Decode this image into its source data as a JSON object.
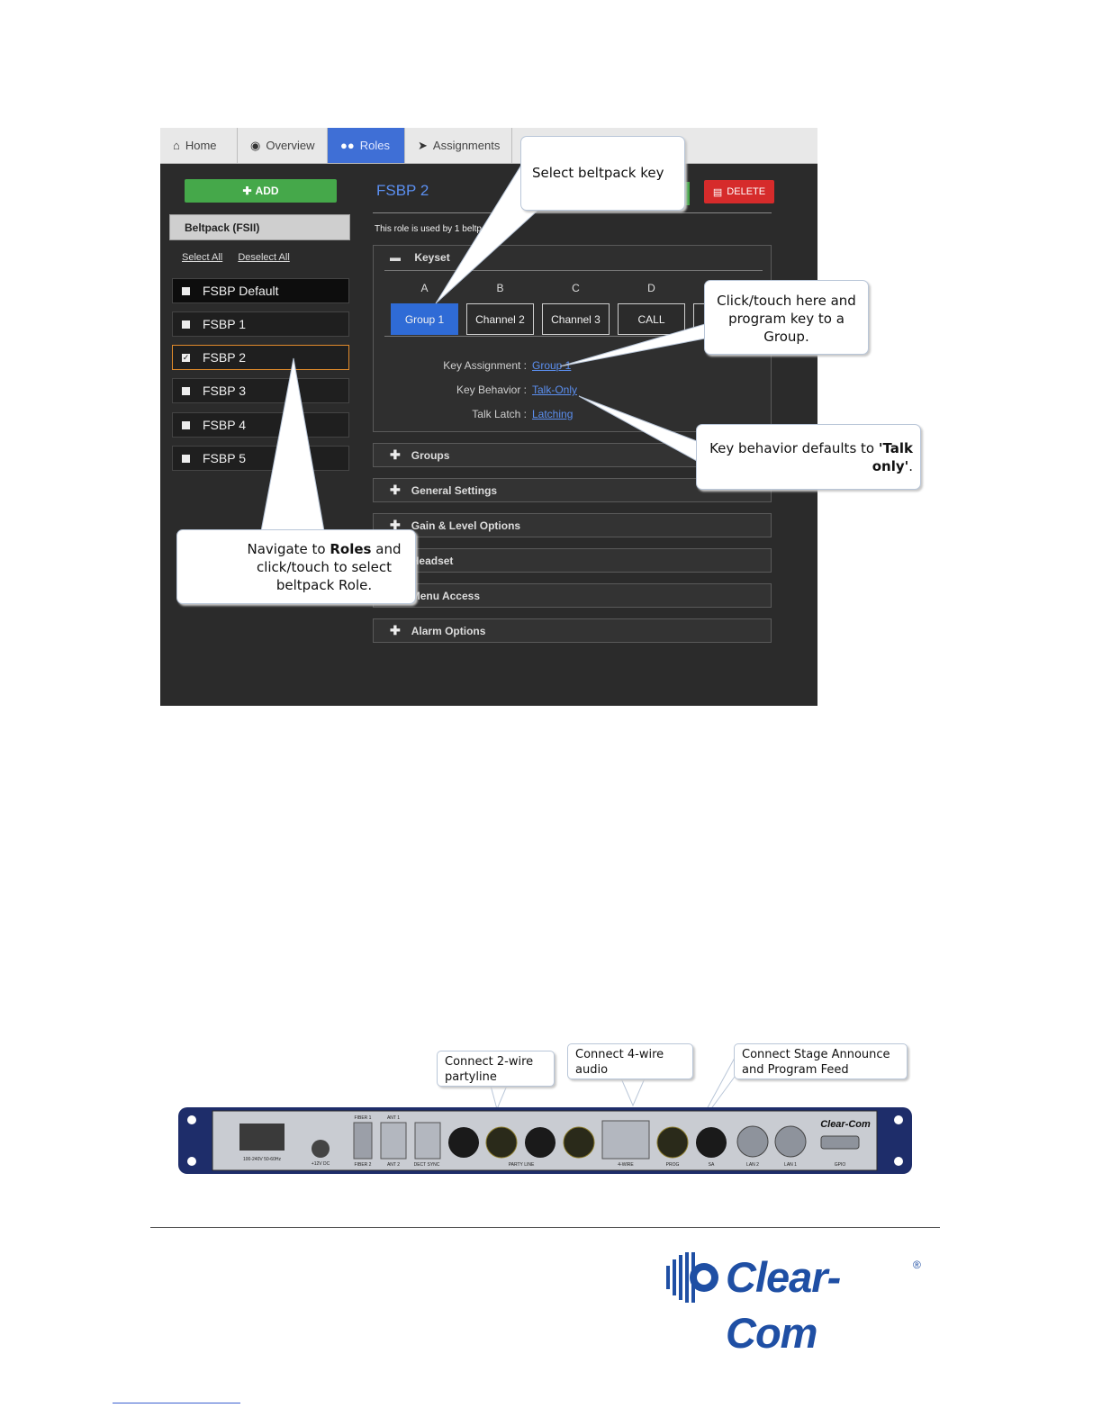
{
  "tabs": [
    {
      "label": "Home",
      "icon": "home-icon"
    },
    {
      "label": "Overview",
      "icon": "globe-icon"
    },
    {
      "label": "Roles",
      "icon": "users-icon"
    },
    {
      "label": "Assignments",
      "icon": "assign-icon"
    }
  ],
  "sidebar": {
    "add_label": "ADD",
    "group_header": "Beltpack (FSII)",
    "select_all": "Select All",
    "deselect_all": "Deselect All",
    "roles": [
      {
        "label": "FSBP Default",
        "checked": false
      },
      {
        "label": "FSBP 1",
        "checked": false
      },
      {
        "label": "FSBP 2",
        "checked": true
      },
      {
        "label": "FSBP 3",
        "checked": false
      },
      {
        "label": "FSBP 4",
        "checked": false
      },
      {
        "label": "FSBP 5",
        "checked": false
      }
    ]
  },
  "main": {
    "role_title": "FSBP 2",
    "delete_label": "DELETE",
    "role_usage": "This role is used by 1 beltpack",
    "keyset": {
      "title": "Keyset",
      "letters": [
        "A",
        "B",
        "C",
        "D"
      ],
      "keys": [
        "Group 1",
        "Channel 2",
        "Channel 3",
        "CALL"
      ],
      "props": [
        {
          "label": "Key Assignment :",
          "value": "Group 1"
        },
        {
          "label": "Key Behavior :",
          "value": "Talk-Only"
        },
        {
          "label": "Talk Latch :",
          "value": "Latching"
        }
      ]
    },
    "sections": [
      "Groups",
      "General Settings",
      "Gain & Level Options",
      "Headset",
      "Menu Access",
      "Alarm Options"
    ]
  },
  "callouts": {
    "select_key": "Select beltpack key",
    "click_here": "Click/touch here and program key to a Group.",
    "behavior_pre": "Key behavior defaults to ",
    "behavior_bold": "'Talk only'",
    "behavior_post": ".",
    "navigate_pre": "Navigate to ",
    "navigate_bold": "Roles",
    "navigate_post": " and click/touch to select beltpack Role."
  },
  "device_callouts": {
    "two_wire": "Connect 2-wire partyline",
    "four_wire": "Connect 4-wire audio",
    "stage": "Connect Stage Announce and Program Feed"
  },
  "device_labels": {
    "power": "100-240V 50-60Hz",
    "dc": "+12V DC",
    "fiber1": "FIBER 1",
    "fiber2": "FIBER 2",
    "ant1": "ANT 1",
    "ant2": "ANT 2",
    "dect_sync": "DECT SYNC",
    "partyline": "PARTY LINE",
    "four_wire": "4-WIRE",
    "prog": "PROG",
    "sa": "SA",
    "lan2": "LAN 2",
    "lan1": "LAN 1",
    "gpio": "GPIO",
    "brand": "Clear-Com"
  },
  "logo": {
    "text": "Clear-Com",
    "reg": "®"
  },
  "colors": {
    "accent_blue": "#3f6fd6",
    "add_green": "#45a84a",
    "delete_red": "#d62b2b",
    "logo_blue": "#1f4fa4"
  }
}
